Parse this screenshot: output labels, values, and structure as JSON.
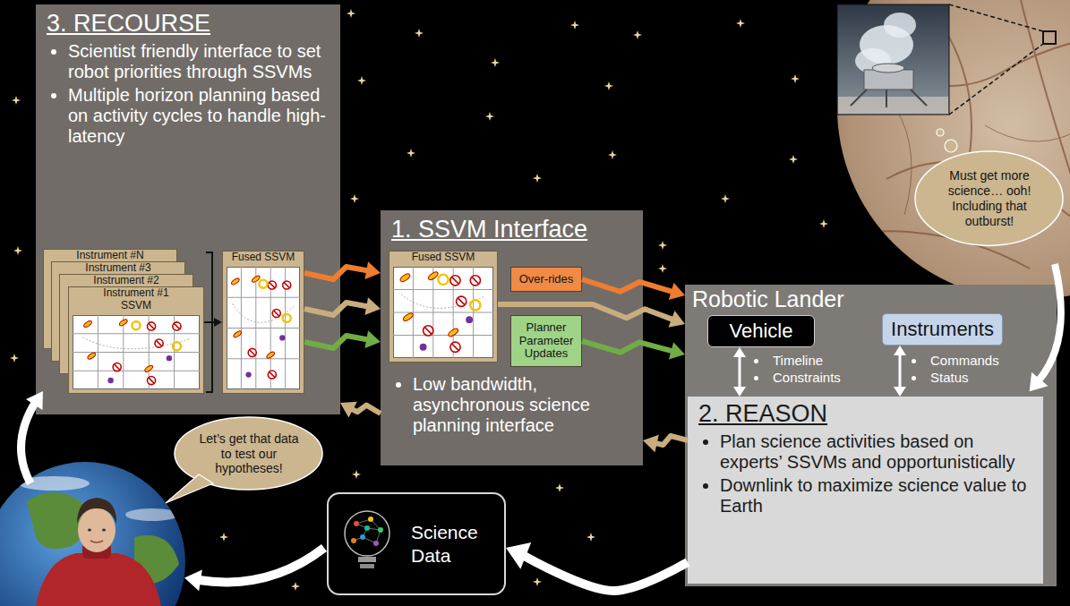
{
  "diagram": {
    "nodes": [
      {
        "text": [
          "3. RECOURSE",
          "Scientist friendly interface to set robot priorities through SSVMs",
          "Multiple horizon planning based on activity cycles to handle high-latency"
        ]
      },
      {
        "text": [
          "Instrument #N"
        ],
        "in": 0
      },
      {
        "text": [
          "Instrument #3"
        ],
        "in": 0
      },
      {
        "text": [
          "Instrument #2"
        ],
        "in": 0
      },
      {
        "text": [
          "Instrument #1 SSVM"
        ],
        "in": 0
      },
      {
        "text": [
          "Fused SSVM"
        ],
        "in": 0
      },
      {
        "text": [
          "1. SSVM Interface",
          "Low bandwidth, asynchronous science planning interface"
        ]
      },
      {
        "text": [
          "Fused SSVM"
        ],
        "in": 6
      },
      {
        "text": [
          "Over-rides"
        ],
        "in": 6
      },
      {
        "text": [
          "Planner Parameter Updates"
        ],
        "in": 6
      },
      {
        "text": [
          "Robotic Lander"
        ]
      },
      {
        "text": [
          "Vehicle"
        ],
        "in": 10
      },
      {
        "text": [
          "Instruments"
        ],
        "in": 10
      },
      {
        "text": [
          "2. REASON",
          "Plan science activities based on experts’ SSVMs and opportunistically",
          "Downlink to maximize science value to Earth"
        ],
        "in": 10
      },
      {
        "text": [
          "Science Data"
        ]
      },
      {
        "text": [
          "Must get more science… ooh! Including that outburst!"
        ]
      },
      {
        "text": [
          "Let’s get that data to test our hypotheses!"
        ]
      }
    ],
    "edges": [
      {
        "from": 5,
        "to": 6,
        "arrow": "to"
      },
      {
        "from": 5,
        "to": 6,
        "arrow": "to"
      },
      {
        "from": 5,
        "to": 6,
        "arrow": "to"
      },
      {
        "from": 8,
        "to": 10,
        "arrow": "to"
      },
      {
        "from": 7,
        "to": 10,
        "arrow": "to"
      },
      {
        "from": 9,
        "to": 10,
        "arrow": "to"
      },
      {
        "from": 13,
        "to": 6,
        "arrow": "to"
      },
      {
        "from": 6,
        "to": 0,
        "arrow": "to"
      },
      {
        "from": 4,
        "to": 5,
        "arrow": "to"
      },
      {
        "from": 11,
        "to": 13,
        "arrow": "both"
      },
      {
        "from": 12,
        "to": 13,
        "arrow": "both"
      },
      {
        "from": 13,
        "to": 14,
        "arrow": "to"
      }
    ],
    "labels": [
      "Timeline",
      "Constraints",
      "Commands",
      "Status"
    ]
  }
}
